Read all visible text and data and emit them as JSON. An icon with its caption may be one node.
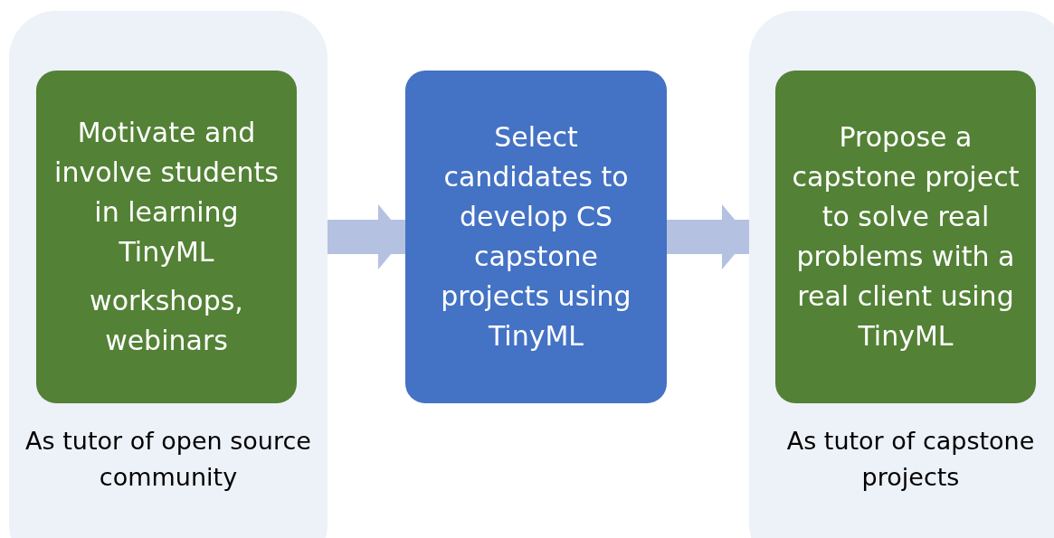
{
  "diagram": {
    "nodes": [
      {
        "text": [
          "As tutor of open source community"
        ]
      },
      {
        "text": [
          "Motivate and involve students in learning TinyML",
          "workshops, webinars"
        ],
        "in": 0
      },
      {
        "text": [
          "Select candidates to develop CS capstone projects using TinyML"
        ]
      },
      {
        "text": [
          "As tutor of capstone projects"
        ]
      },
      {
        "text": [
          "Propose a capstone project to solve real problems with a real client using TinyML"
        ],
        "in": 3
      }
    ],
    "edges": [
      {
        "from": 0,
        "to": 2,
        "arrow": "to"
      },
      {
        "from": 2,
        "to": 3,
        "arrow": "to"
      }
    ]
  }
}
